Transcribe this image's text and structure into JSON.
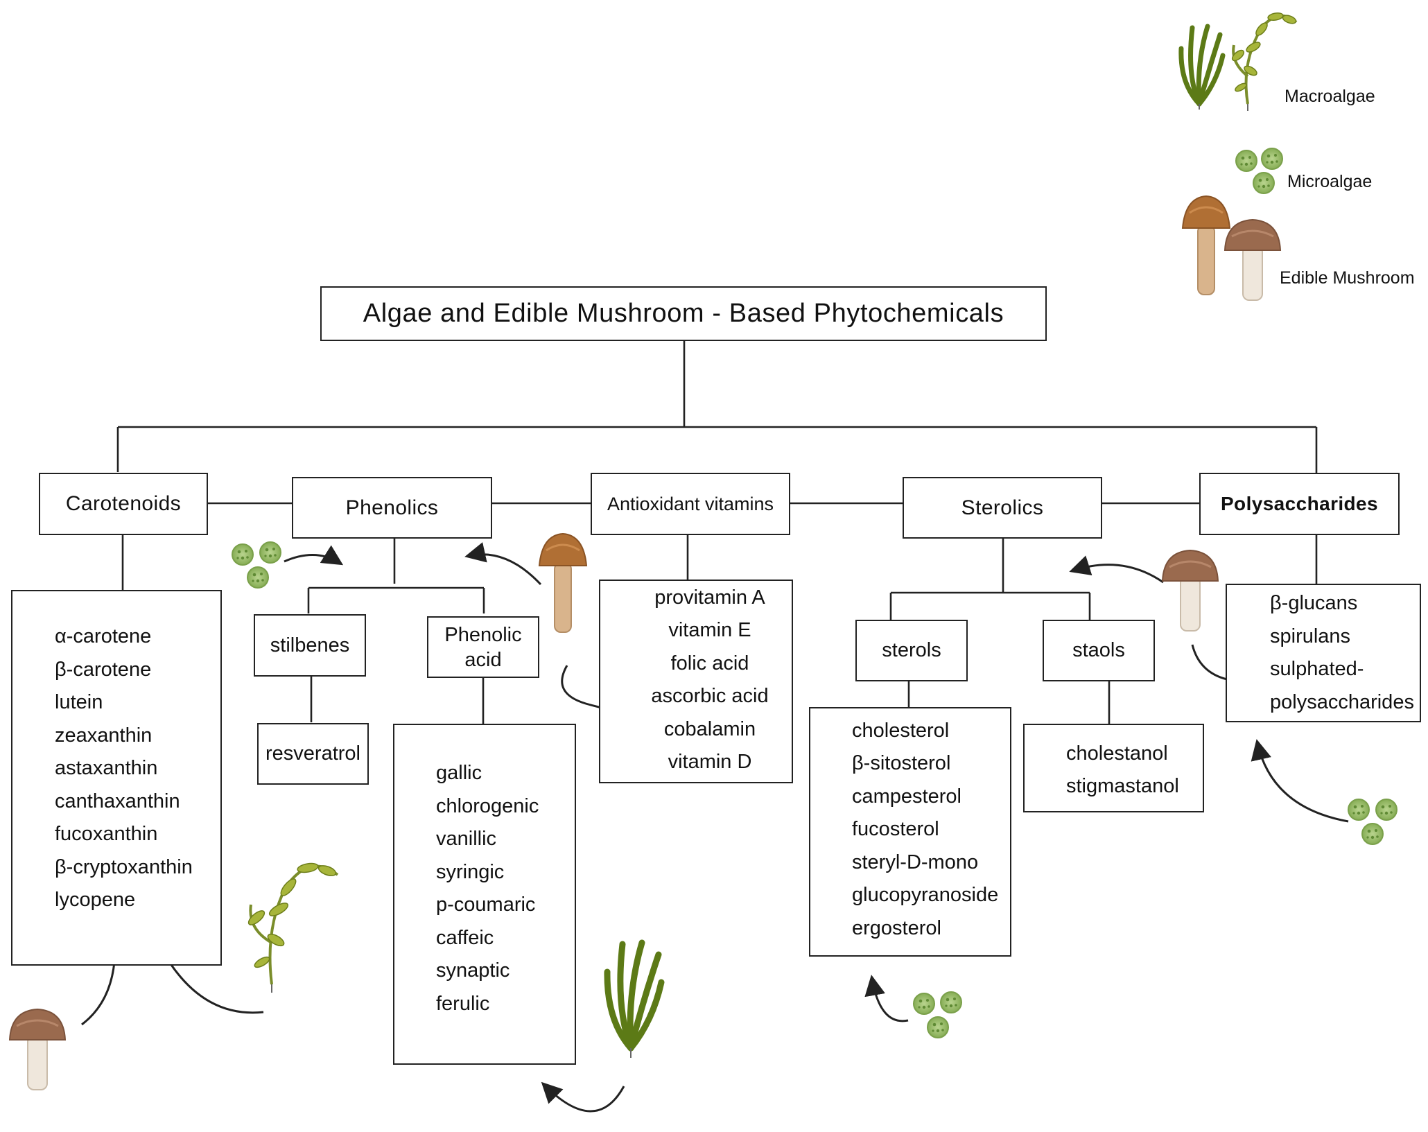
{
  "title": "Algae and Edible Mushroom - Based Phytochemicals",
  "legend": {
    "macroalgae": "Macroalgae",
    "microalgae": "Microalgae",
    "edible_mushroom": "Edible Mushroom"
  },
  "categories": {
    "carotenoids": {
      "label": "Carotenoids",
      "items": [
        "α-carotene",
        "β-carotene",
        "lutein",
        "zeaxanthin",
        "astaxanthin",
        "canthaxanthin",
        "fucoxanthin",
        "β-cryptoxanthin",
        "lycopene"
      ]
    },
    "phenolics": {
      "label": "Phenolics",
      "stilbenes": {
        "label": "stilbenes",
        "items": [
          "resveratrol"
        ]
      },
      "phenolic_acid": {
        "label_line1": "Phenolic",
        "label_line2": "acid",
        "items": [
          "gallic",
          "chlorogenic",
          "vanillic",
          "syringic",
          "p-coumaric",
          "caffeic",
          "synaptic",
          "ferulic"
        ]
      }
    },
    "antioxidant_vitamins": {
      "label": "Antioxidant vitamins",
      "items": [
        "provitamin A",
        "vitamin E",
        "folic acid",
        "ascorbic acid",
        "cobalamin",
        "vitamin D"
      ]
    },
    "sterolics": {
      "label": "Sterolics",
      "sterols": {
        "label": "sterols",
        "items": [
          "cholesterol",
          "β-sitosterol",
          "campesterol",
          "fucosterol",
          "steryl-D-mono",
          "glucopyranoside",
          "ergosterol"
        ]
      },
      "staols": {
        "label": "staols",
        "items": [
          "cholestanol",
          "stigmastanol"
        ]
      }
    },
    "polysaccharides": {
      "label": "Polysaccharides",
      "items": [
        "β-glucans",
        "spirulans",
        "sulphated-",
        "polysaccharides"
      ]
    }
  },
  "colors": {
    "line": "#222222",
    "microalgae_fill": "#9bbf6a",
    "macroalgae_fill": "#6f8a1f",
    "mushroom_cap": "#9a6a4e",
    "mushroom_stem": "#efe7dc"
  },
  "icons": [
    "macroalgae-icon",
    "microalgae-icon",
    "mushroom-icon"
  ]
}
